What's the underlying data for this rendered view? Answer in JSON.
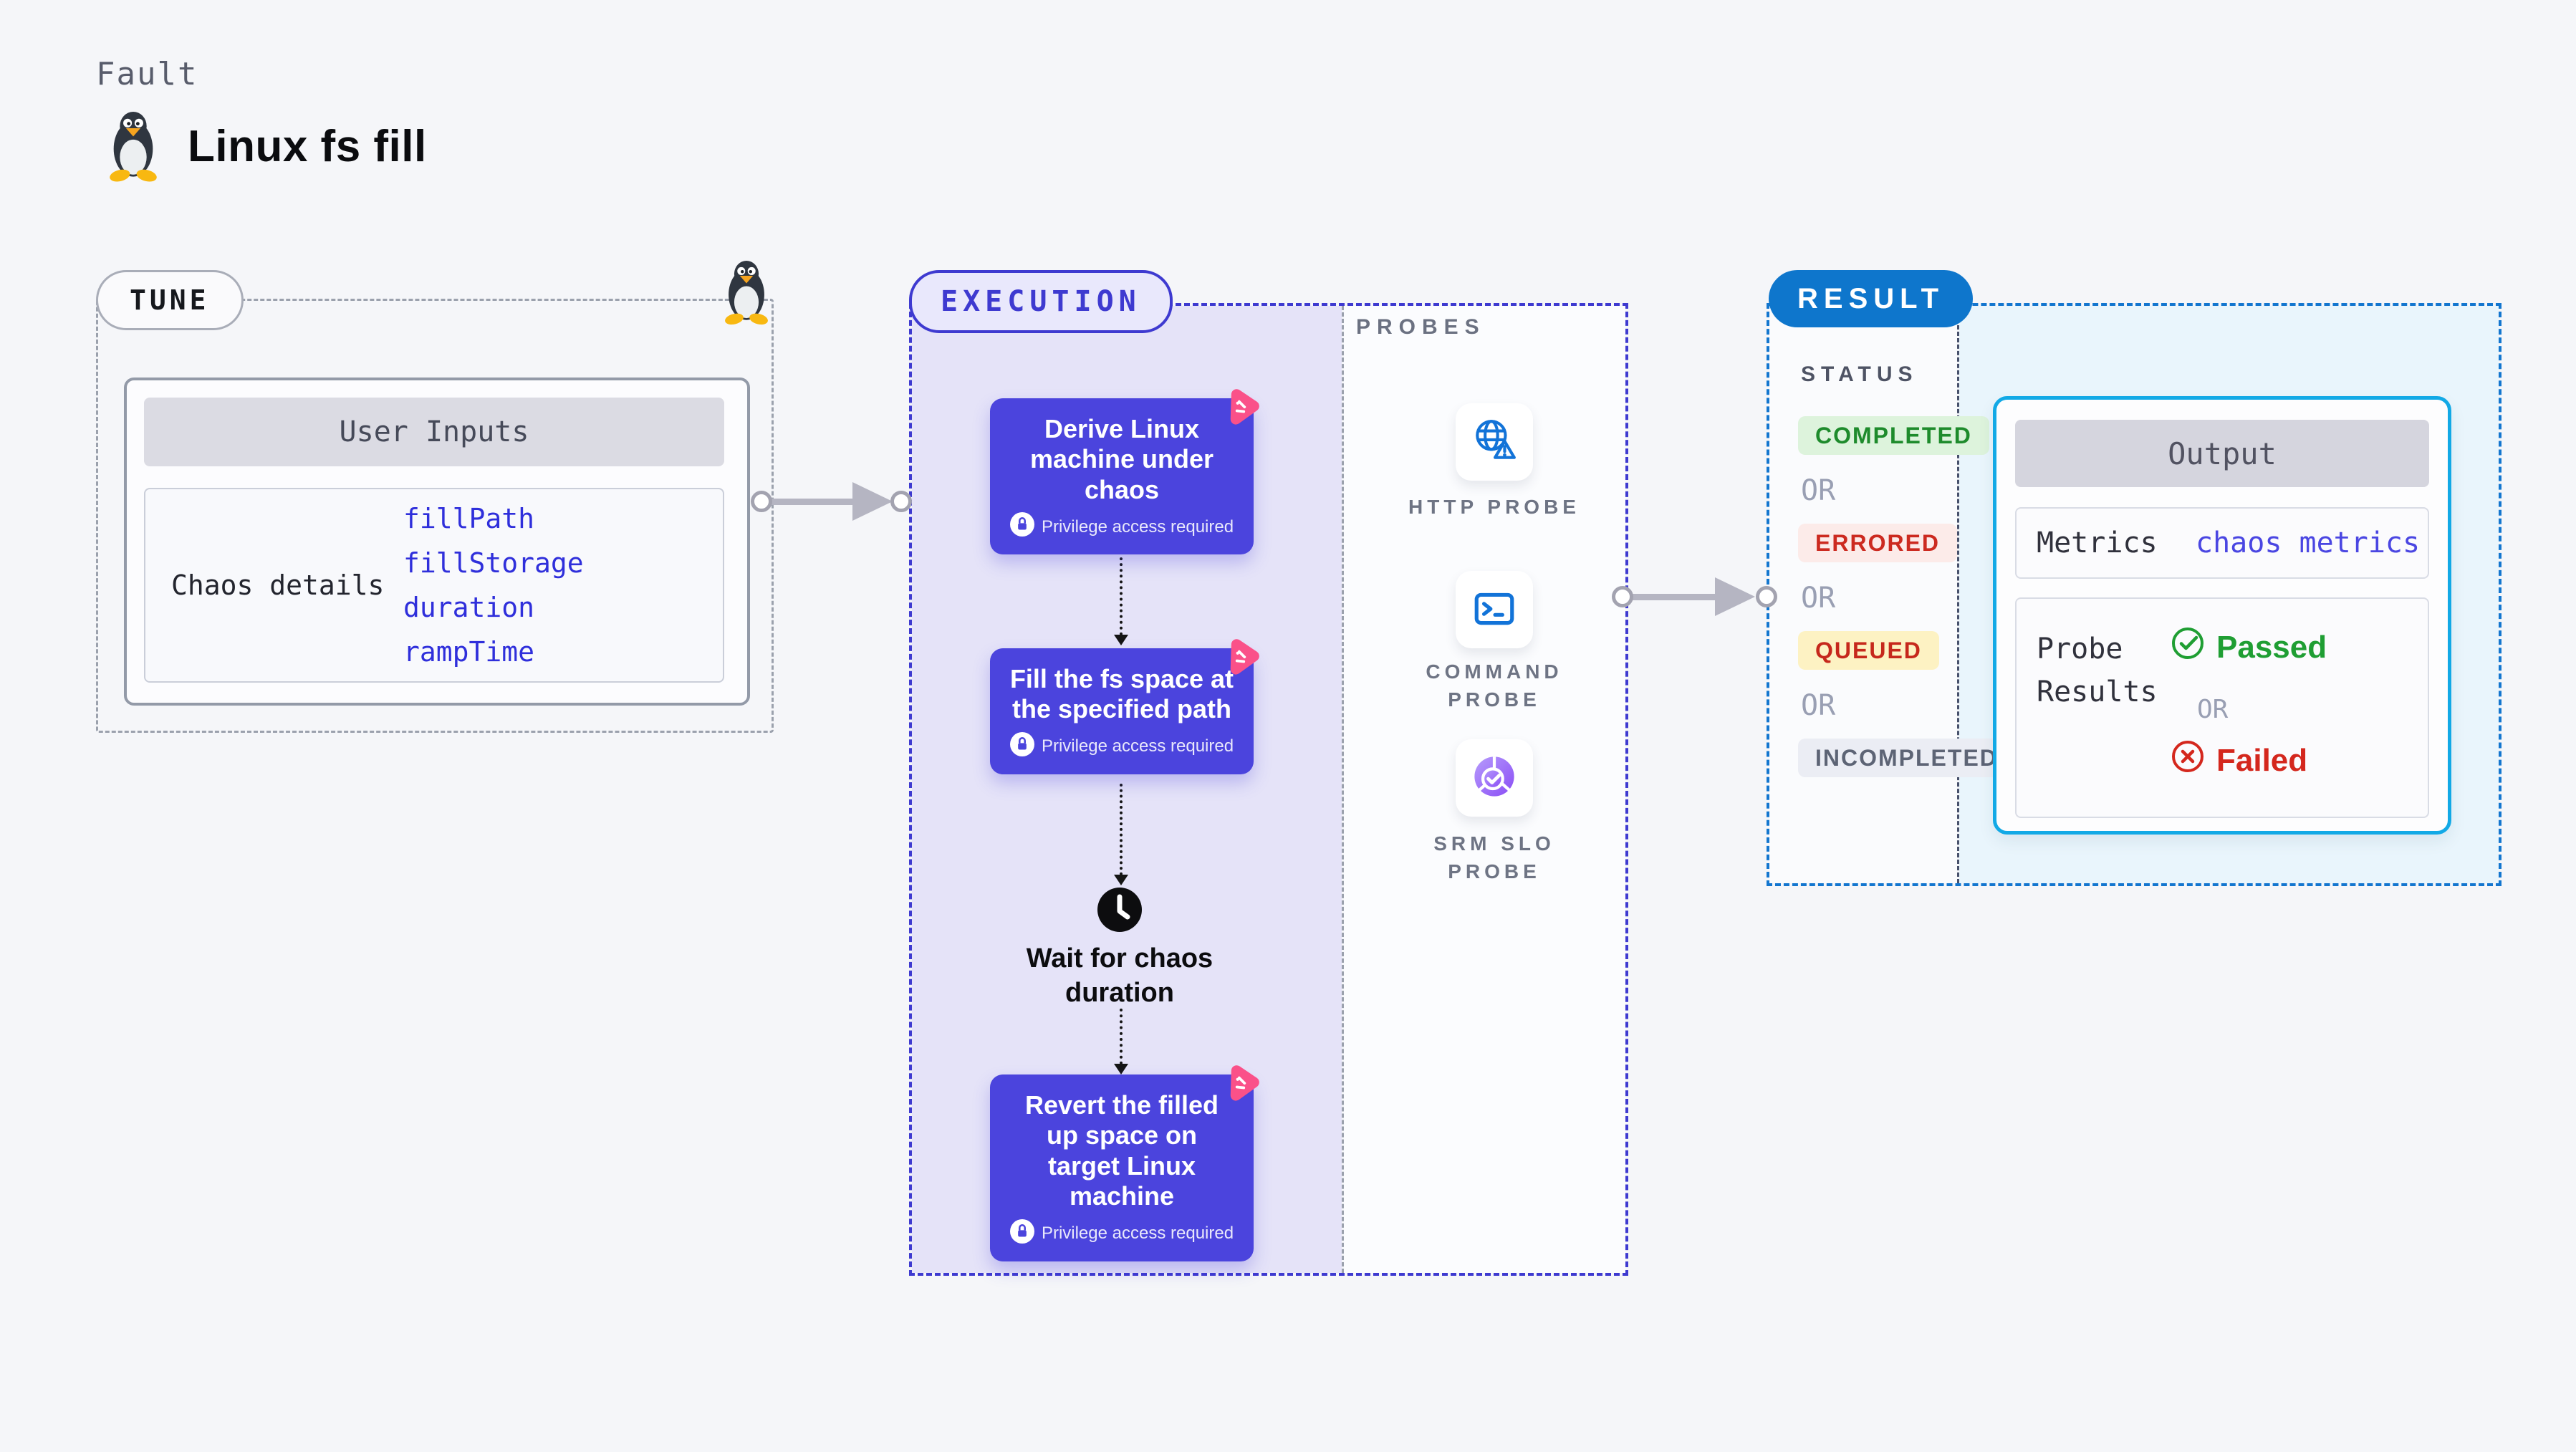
{
  "page": {
    "kicker": "Fault",
    "title": "Linux fs fill",
    "icon": "tux-penguin-icon"
  },
  "tune": {
    "badge": "TUNE",
    "card_header": "User Inputs",
    "row_label": "Chaos details",
    "params": [
      "fillPath",
      "fillStorage",
      "duration",
      "rampTime"
    ]
  },
  "execution": {
    "badge": "EXECUTION",
    "steps": [
      {
        "title": "Derive Linux machine under chaos",
        "note": "Privilege access required"
      },
      {
        "title": "Fill the fs space at the specified path",
        "note": "Privilege access required"
      },
      {
        "title": "Revert the filled up space on target Linux machine",
        "note": "Privilege access required"
      }
    ],
    "wait_label": "Wait for chaos duration"
  },
  "probes": {
    "label": "PROBES",
    "items": [
      {
        "label": "HTTP PROBE",
        "icon": "globe-alert-icon"
      },
      {
        "label": "COMMAND PROBE",
        "icon": "terminal-icon"
      },
      {
        "label": "SRM SLO PROBE",
        "icon": "slo-donut-check-icon"
      }
    ]
  },
  "result": {
    "badge": "RESULT",
    "status_label": "STATUS",
    "or_label": "OR",
    "statuses": [
      {
        "label": "COMPLETED",
        "fg": "#1e8b2c",
        "bg": "#ddf3dc"
      },
      {
        "label": "ERRORED",
        "fg": "#cc2a20",
        "bg": "#fcebe9"
      },
      {
        "label": "QUEUED",
        "fg": "#c6281c",
        "bg": "#fdf2c3"
      },
      {
        "label": "INCOMPLETED",
        "fg": "#5d6475",
        "bg": "#ebedf4"
      }
    ],
    "output": {
      "header": "Output",
      "metrics_label": "Metrics",
      "metrics_value": "chaos metrics",
      "probe_results_label": "Probe Results",
      "passed": "Passed",
      "or": "OR",
      "failed": "Failed"
    }
  },
  "colors": {
    "page_bg": "#f5f6f9",
    "step_indigo": "#4b44dd",
    "execution_border": "#3e3ad0",
    "execution_bg": "#e5e3f8",
    "result_blue": "#0e76cc",
    "result_border": "#1376cf",
    "output_border": "#12a9e6",
    "output_bg": "#e9f5fc",
    "probe_icon_blue": "#1273d8",
    "chaos_icon_pink": "#fa5189",
    "connector_gray": "#b5b5c2",
    "passed_green": "#1f9e33",
    "failed_red": "#d4271d"
  }
}
